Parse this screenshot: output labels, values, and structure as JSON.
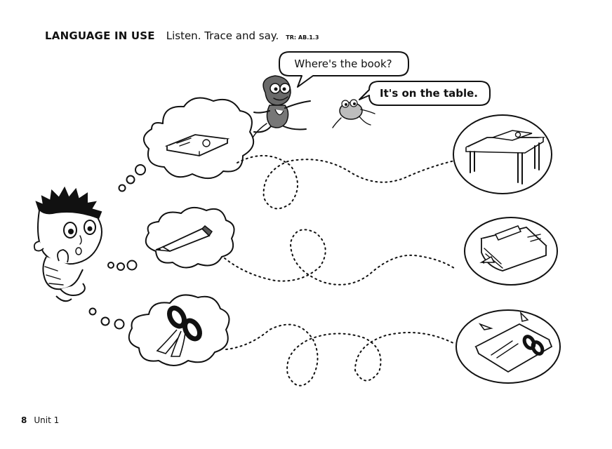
{
  "header": {
    "section_title": "LANGUAGE IN USE",
    "instruction": "Listen. Trace and say.",
    "track": "TR: AB.1.3"
  },
  "speech": {
    "question": "Where's the book?",
    "answer": "It's on the table."
  },
  "footer": {
    "page_number": "8",
    "unit": "Unit 1"
  },
  "colors": {
    "ink": "#111111",
    "paper": "#ffffff",
    "monkey": "#555555",
    "frog": "#9a9a9a"
  }
}
